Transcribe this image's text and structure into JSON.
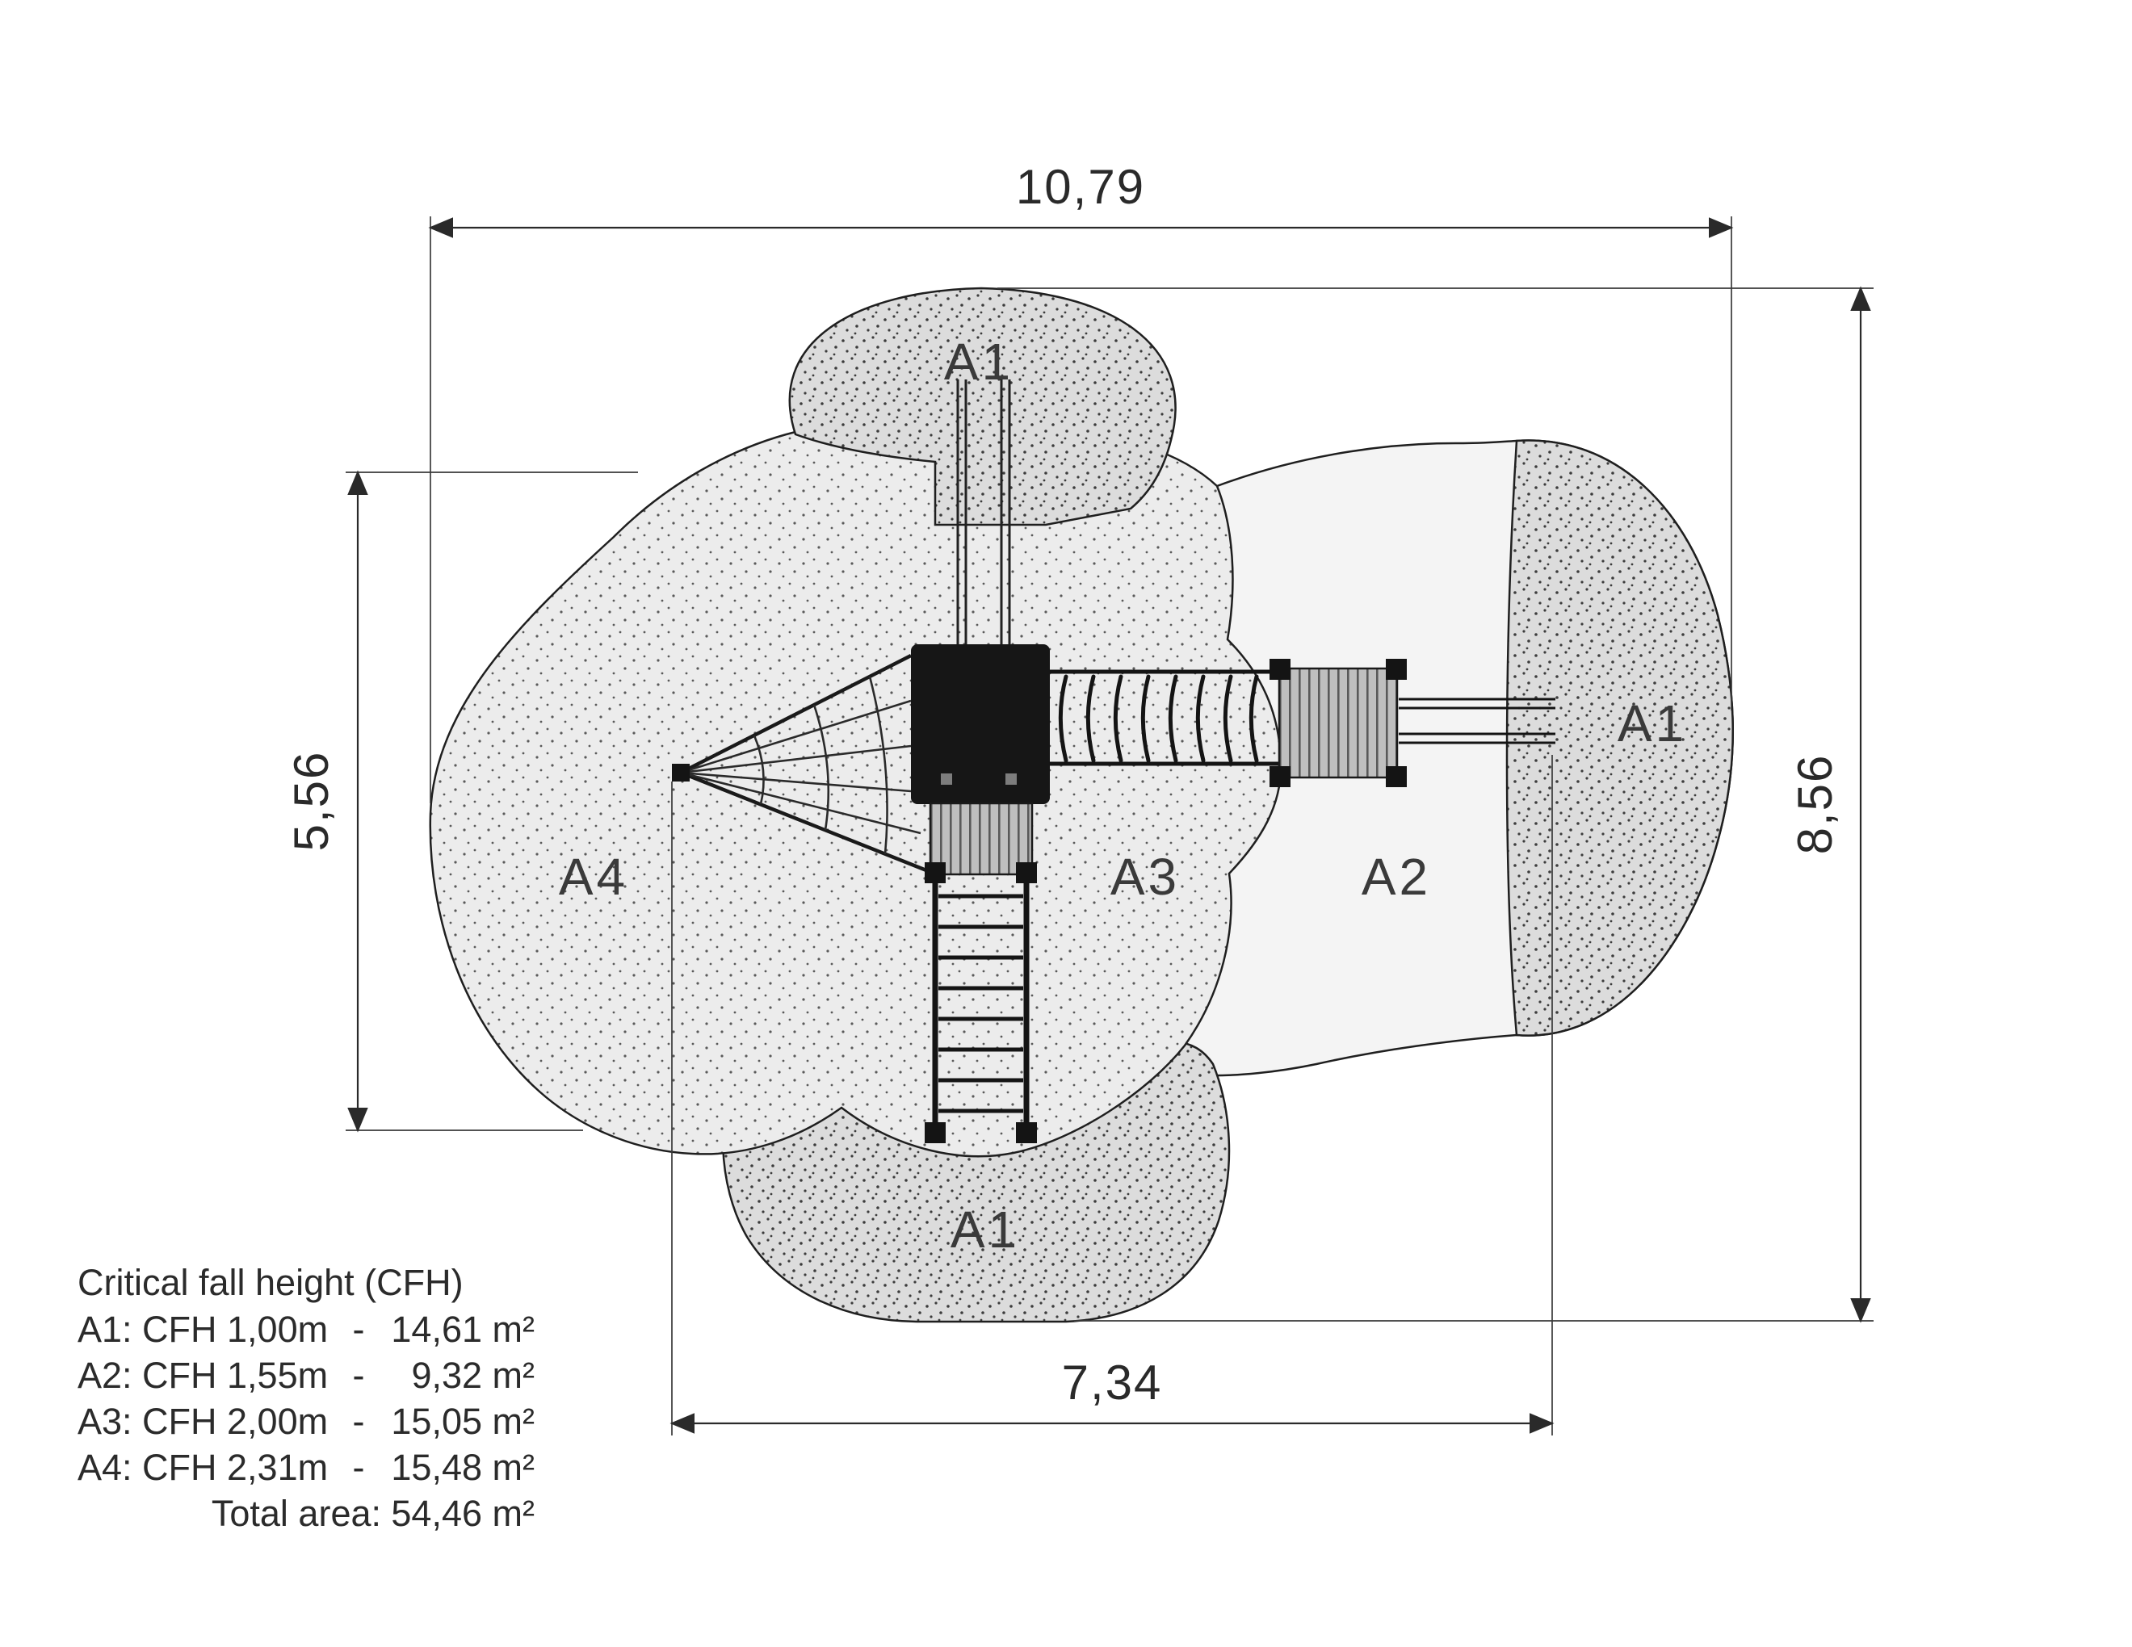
{
  "diagram": {
    "dimensions": {
      "top": "10,79",
      "bottom": "7,34",
      "left": "5,56",
      "right": "8,56"
    },
    "zones": {
      "a1_top": "A1",
      "a1_right": "A1",
      "a1_bottom": "A1",
      "a2": "A2",
      "a3": "A3",
      "a4": "A4"
    },
    "legend": {
      "title": "Critical fall height (CFH)",
      "sep": "-",
      "rows": [
        {
          "label": "A1: CFH 1,00m",
          "area": "14,61 m²"
        },
        {
          "label": "A2: CFH 1,55m",
          "area": "9,32 m²"
        },
        {
          "label": "A3: CFH 2,00m",
          "area": "15,05 m²"
        },
        {
          "label": "A4: CFH 2,31m",
          "area": "15,48 m²"
        }
      ],
      "total_label": "Total area:",
      "total_value": "54,46 m²"
    },
    "colors": {
      "a2_fill": "#f4f4f4",
      "equipment_dark": "#161616",
      "outline": "#1f1f1f",
      "dim": "#2a2a2a"
    }
  }
}
